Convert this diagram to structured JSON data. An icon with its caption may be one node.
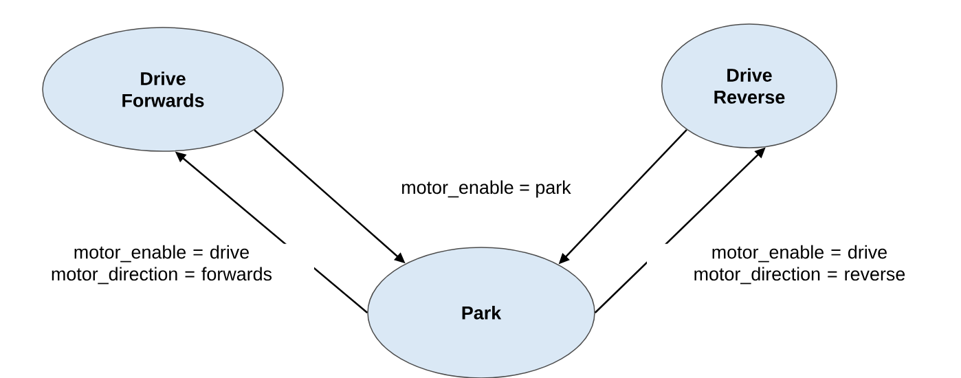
{
  "diagram": {
    "nodes": [
      {
        "text": [
          "Drive Forwards"
        ]
      },
      {
        "text": [
          "Drive Reverse"
        ]
      },
      {
        "text": [
          "Park"
        ]
      }
    ],
    "edges": [
      {
        "from": 0,
        "to": 2,
        "arrow": "to"
      },
      {
        "from": 2,
        "to": 0,
        "arrow": "to",
        "label": "motor_enable = drive motor_direction = forwards"
      },
      {
        "from": 1,
        "to": 2,
        "arrow": "to"
      },
      {
        "from": 2,
        "to": 1,
        "arrow": "to",
        "label": "motor_enable = drive motor_direction = reverse"
      }
    ],
    "labels": [
      "motor_enable = park"
    ]
  }
}
